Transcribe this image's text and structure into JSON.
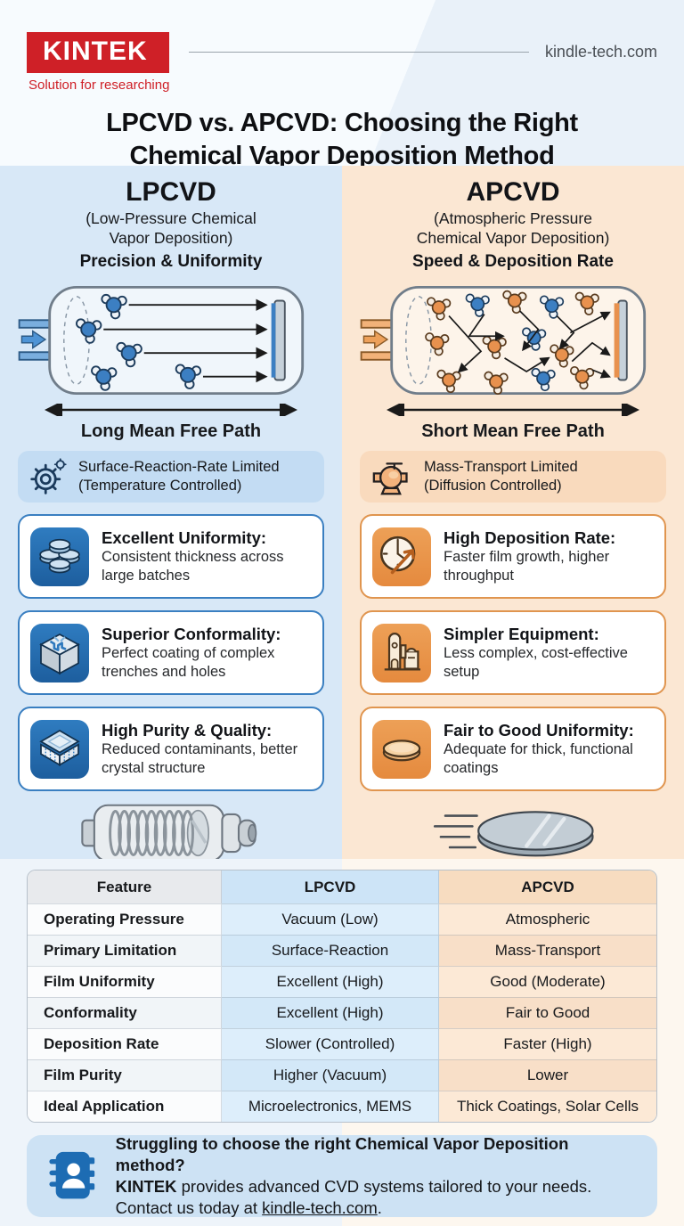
{
  "brand": {
    "logo_text": "KINTEK",
    "logo_tagline": "Solution for researching",
    "website": "kindle-tech.com",
    "brand_red": "#cf2027"
  },
  "title": {
    "line1": "LPCVD vs. APCVD: Choosing the Right",
    "line2": "Chemical Vapor Deposition Method"
  },
  "colors": {
    "lpcvd_accent": "#2e79bd",
    "apcvd_accent": "#e8944e",
    "lpcvd_bg": "#d8e8f7",
    "apcvd_bg": "#fbe7d3"
  },
  "lpcvd": {
    "name": "LPCVD",
    "full_name_line1": "(Low-Pressure Chemical",
    "full_name_line2": "Vapor Deposition)",
    "tagline": "Precision & Uniformity",
    "diagram_label": "Long Mean Free Path",
    "badge": {
      "icon": "gear-icon",
      "line1": "Surface-Reaction-Rate Limited",
      "line2": "(Temperature Controlled)"
    },
    "cards": [
      {
        "icon": "wafer-stack-icon",
        "title": "Excellent Uniformity:",
        "desc": "Consistent thickness across large batches"
      },
      {
        "icon": "trench-cube-icon",
        "title": "Superior Conformality:",
        "desc": "Perfect coating of complex trenches and holes"
      },
      {
        "icon": "crystal-layers-icon",
        "title": "High Purity & Quality:",
        "desc": "Reduced contaminants, better crystal structure"
      }
    ],
    "illustration": "tube-furnace"
  },
  "apcvd": {
    "name": "APCVD",
    "full_name_line1": "(Atmospheric Pressure",
    "full_name_line2": "Chemical Vapor Deposition)",
    "tagline": "Speed & Deposition Rate",
    "diagram_label": "Short Mean Free Path",
    "badge": {
      "icon": "pump-icon",
      "line1": "Mass-Transport Limited",
      "line2": "(Diffusion Controlled)"
    },
    "cards": [
      {
        "icon": "clock-arrow-icon",
        "title": "High Deposition Rate:",
        "desc": "Faster film growth, higher throughput"
      },
      {
        "icon": "equipment-icon",
        "title": "Simpler Equipment:",
        "desc": "Less complex, cost-effective setup"
      },
      {
        "icon": "wafer-disc-icon",
        "title": "Fair to Good Uniformity:",
        "desc": "Adequate for thick, functional coatings"
      }
    ],
    "illustration": "fast-wafer"
  },
  "comparison_table": {
    "headers": [
      "Feature",
      "LPCVD",
      "APCVD"
    ],
    "rows": [
      {
        "feature": "Operating Pressure",
        "lpcvd": "Vacuum (Low)",
        "apcvd": "Atmospheric"
      },
      {
        "feature": "Primary Limitation",
        "lpcvd": "Surface-Reaction",
        "apcvd": "Mass-Transport"
      },
      {
        "feature": "Film Uniformity",
        "lpcvd": "Excellent (High)",
        "apcvd": "Good (Moderate)"
      },
      {
        "feature": "Conformality",
        "lpcvd": "Excellent (High)",
        "apcvd": "Fair to Good"
      },
      {
        "feature": "Deposition Rate",
        "lpcvd": "Slower (Controlled)",
        "apcvd": "Faster (High)"
      },
      {
        "feature": "Film Purity",
        "lpcvd": "Higher (Vacuum)",
        "apcvd": "Lower"
      },
      {
        "feature": "Ideal Application",
        "lpcvd": "Microelectronics, MEMS",
        "apcvd": "Thick Coatings, Solar Cells"
      }
    ]
  },
  "cta": {
    "icon": "contact-book-icon",
    "line1": "Struggling to choose the right Chemical Vapor Deposition method?",
    "line2_bold": "KINTEK",
    "line2_rest": " provides advanced CVD systems tailored to your needs.",
    "line3_prefix": "Contact us today at ",
    "line3_link": "kindle-tech.com",
    "line3_suffix": "."
  }
}
